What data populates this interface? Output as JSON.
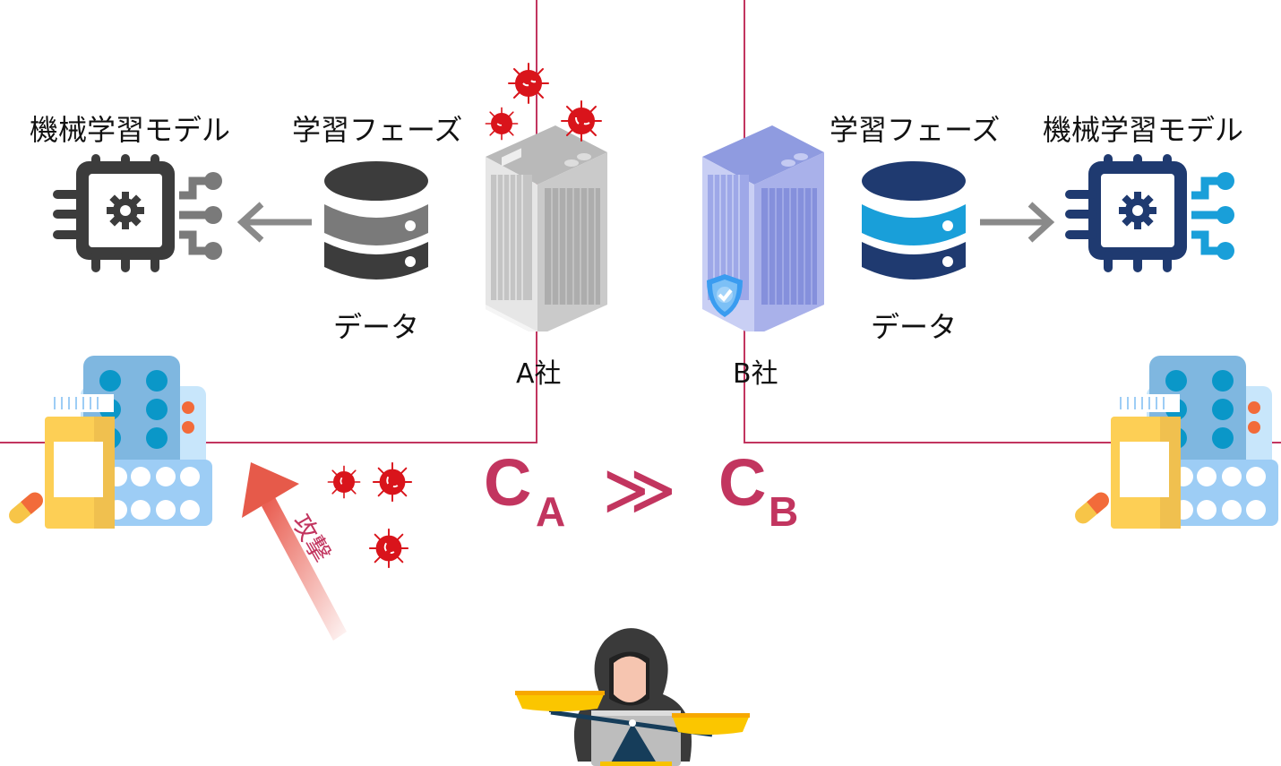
{
  "colors": {
    "frame": "#c2355f",
    "accent": "#c2355f",
    "company_a_chip": "#3c3c3c",
    "company_a_circuit": "#7a7a7a",
    "company_b_chip": "#1f3a70",
    "company_b_circuit": "#199fd9",
    "arrow_gray": "#8a8a8a",
    "virus": "#d9141b",
    "attack_arrow": "#e8574a"
  },
  "company_a": {
    "name": "A社",
    "model_label": "機械学習モデル",
    "phase_label": "学習フェーズ",
    "data_label": "データ",
    "status": "attacked"
  },
  "company_b": {
    "name": "B社",
    "model_label": "機械学習モデル",
    "phase_label": "学習フェーズ",
    "data_label": "データ",
    "status": "protected"
  },
  "formula": {
    "left_symbol": "C",
    "left_subscript": "A",
    "operator": "≫",
    "right_symbol": "C",
    "right_subscript": "B"
  },
  "attack": {
    "label": "攻撃"
  },
  "icons": {
    "model": "chip-gear-icon",
    "data": "database-icon",
    "building": "office-building-icon",
    "virus": "virus-icon",
    "shield": "shield-check-icon",
    "medicine": "medicine-icon",
    "attacker": "hooded-hacker-icon",
    "scale": "balance-scale-icon"
  }
}
